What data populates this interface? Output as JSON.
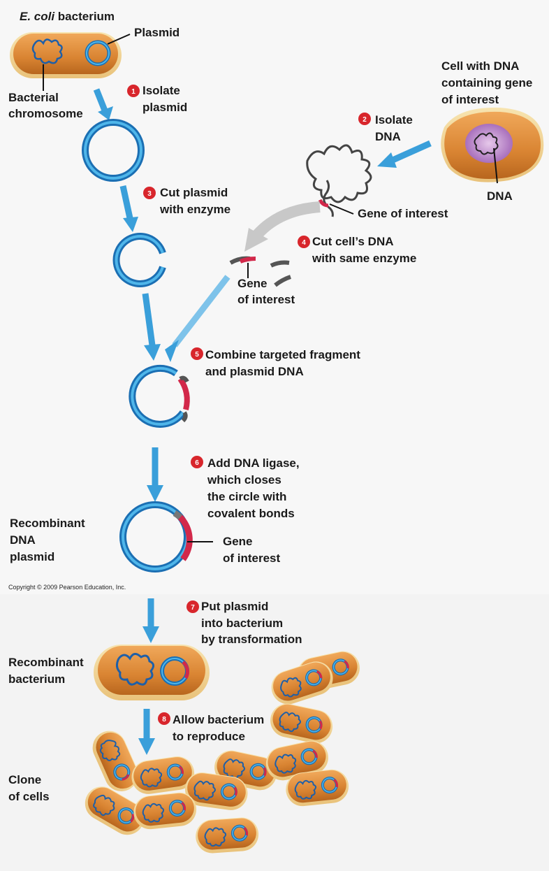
{
  "labels": {
    "ecoli_italic": "E. coli",
    "ecoli_rest": " bacterium",
    "plasmid": "Plasmid",
    "bact_chrom_1": "Bacterial",
    "bact_chrom_2": "chromosome",
    "cell_1": "Cell with DNA",
    "cell_2": "containing gene",
    "cell_3": "of interest",
    "dna": "DNA",
    "gene_of_interest_top": "Gene of interest",
    "gene_frag_1": "Gene",
    "gene_frag_2": "of interest",
    "recomb_plasmid_1": "Recombinant",
    "recomb_plasmid_2": "DNA",
    "recomb_plasmid_3": "plasmid",
    "gene_final_1": "Gene",
    "gene_final_2": "of interest",
    "recomb_bact_1": "Recombinant",
    "recomb_bact_2": "bacterium",
    "clone_1": "Clone",
    "clone_2": "of cells",
    "copyright": "Copyright © 2009 Pearson Education, Inc."
  },
  "steps": [
    {
      "num": "1",
      "line1": "Isolate",
      "line2": "plasmid"
    },
    {
      "num": "2",
      "line1": "Isolate",
      "line2": "DNA"
    },
    {
      "num": "3",
      "line1": "Cut plasmid",
      "line2": "with enzyme"
    },
    {
      "num": "4",
      "line1": "Cut cell’s DNA",
      "line2": "with same enzyme"
    },
    {
      "num": "5",
      "line1": "Combine targeted fragment",
      "line2": "and plasmid DNA"
    },
    {
      "num": "6",
      "line1": "Add DNA ligase,",
      "line2": "which closes",
      "line3": "the circle with",
      "line4": "covalent bonds"
    },
    {
      "num": "7",
      "line1": "Put plasmid",
      "line2": "into bacterium",
      "line3": "by transformation"
    },
    {
      "num": "8",
      "line1": "Allow bacterium",
      "line2": "to reproduce"
    }
  ],
  "colors": {
    "plasmid_blue": "#2a8fd0",
    "gene_red": "#d2284a",
    "cell_orange": "#e08a3c",
    "step_badge": "#d8262c",
    "arrow_blue": "#3a9fda"
  }
}
